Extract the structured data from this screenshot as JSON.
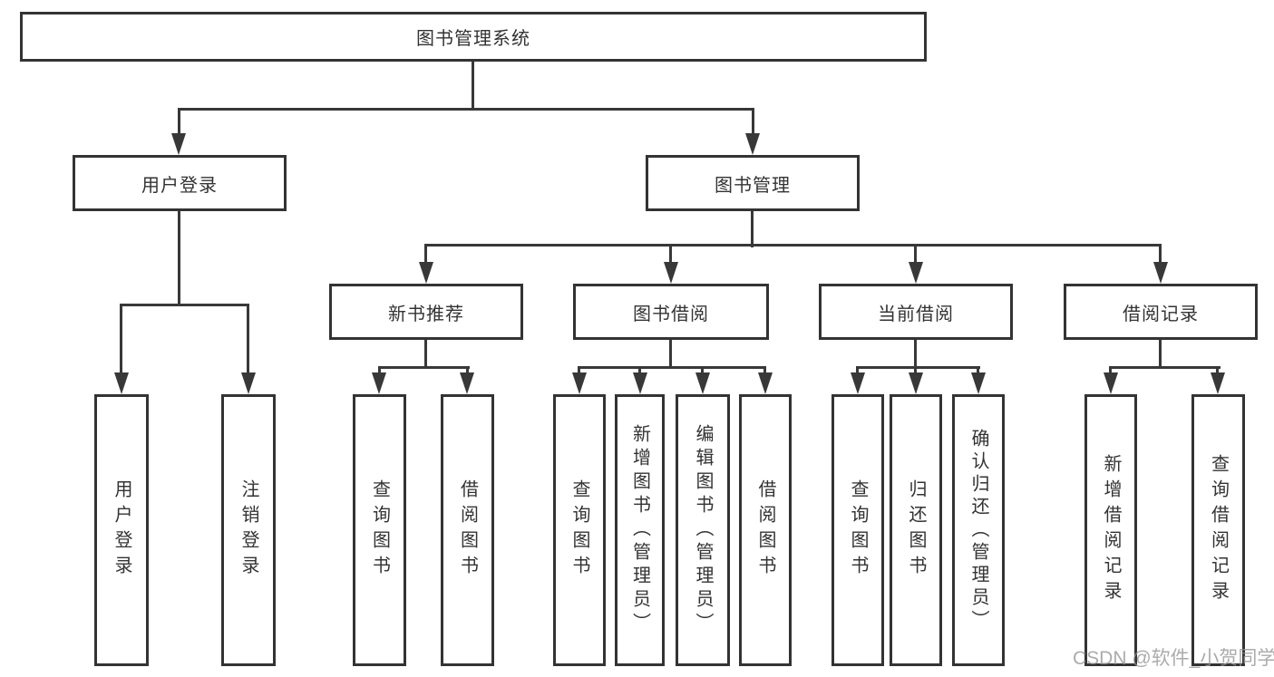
{
  "tree": {
    "label": "图书管理系统",
    "children": [
      {
        "label": "用户登录",
        "children": [
          {
            "label": "用户登录"
          },
          {
            "label": "注销登录"
          }
        ]
      },
      {
        "label": "图书管理",
        "children": [
          {
            "label": "新书推荐",
            "children": [
              {
                "label": "查询图书"
              },
              {
                "label": "借阅图书"
              }
            ]
          },
          {
            "label": "图书借阅",
            "children": [
              {
                "label": "查询图书"
              },
              {
                "label": "新增图书（管理员）"
              },
              {
                "label": "编辑图书（管理员）"
              },
              {
                "label": "借阅图书"
              }
            ]
          },
          {
            "label": "当前借阅",
            "children": [
              {
                "label": "查询图书"
              },
              {
                "label": "归还图书"
              },
              {
                "label": "确认归还（管理员）"
              }
            ]
          },
          {
            "label": "借阅记录",
            "children": [
              {
                "label": "新增借阅记录"
              },
              {
                "label": "查询借阅记录"
              }
            ]
          }
        ]
      }
    ]
  },
  "watermark": "CSDN @软件_小贺同学",
  "colors": {
    "line": "#383838",
    "box_border": "#333333",
    "text": "#333333",
    "watermark_text": "#969696",
    "background": "#ffffff"
  }
}
